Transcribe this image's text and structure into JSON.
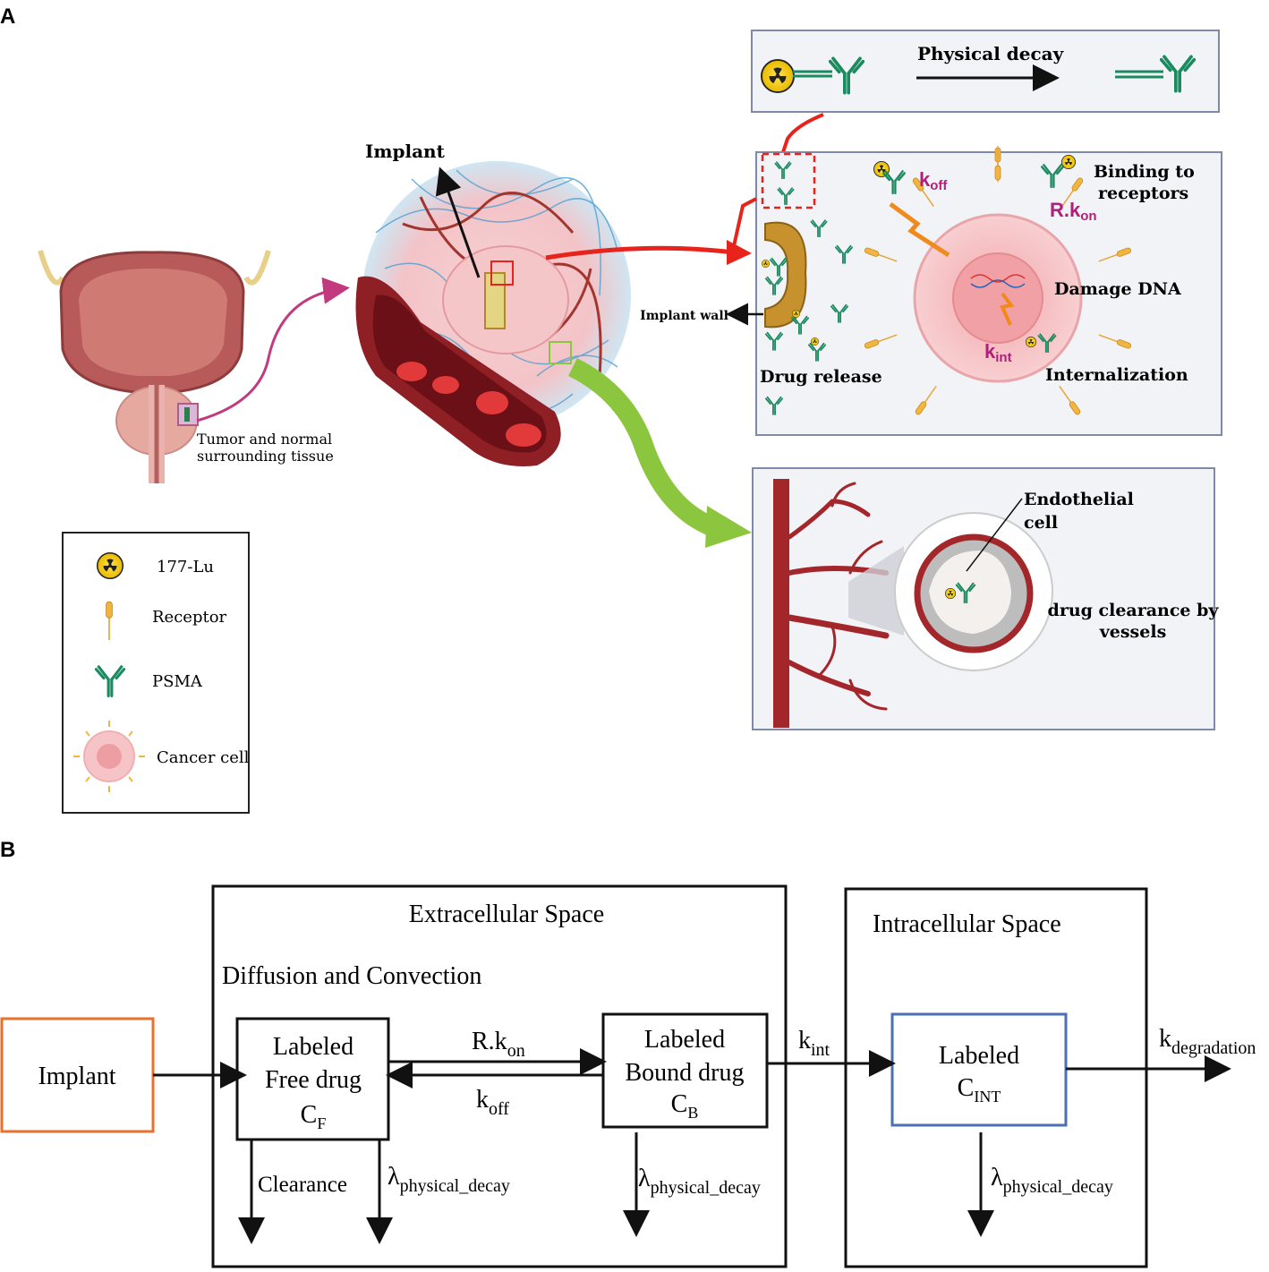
{
  "panel_a": {
    "label": "A",
    "tumor_caption": [
      "Tumor and normal",
      "surrounding tissue"
    ],
    "implant": "Implant",
    "implant_wall": "Implant wall",
    "drug_release": "Drug release",
    "physical_decay": "Physical decay",
    "binding": [
      "Binding to",
      "receptors"
    ],
    "koff": {
      "k": "k",
      "sub": "off"
    },
    "rkon": {
      "k": "R.k",
      "sub": "on"
    },
    "kint": {
      "k": "k",
      "sub": "int"
    },
    "damage_dna": "Damage DNA",
    "internalization": "Internalization",
    "endothelial": [
      "Endothelial",
      "cell"
    ],
    "clearance": [
      "drug clearance by",
      "vessels"
    ],
    "legend": [
      {
        "icon": "lu177",
        "label": "177-Lu"
      },
      {
        "icon": "receptor",
        "label": "Receptor"
      },
      {
        "icon": "psma",
        "label": "PSMA"
      },
      {
        "icon": "cancer-cell",
        "label": "Cancer cell"
      }
    ]
  },
  "panel_b": {
    "label": "B",
    "implant": "Implant",
    "extracellular": "Extracellular Space",
    "diffusion": "Diffusion and Convection",
    "intracellular": "Intracellular Space",
    "free_drug": {
      "line1": "Labeled",
      "line2": "Free drug",
      "c": "C",
      "sub": "F"
    },
    "bound_drug": {
      "line1": "Labeled",
      "line2": "Bound drug",
      "c": "C",
      "sub": "B"
    },
    "int_drug": {
      "line1": "Labeled",
      "c": "C",
      "sub": "INT"
    },
    "rkon": {
      "k": "R.k",
      "sub": "on"
    },
    "koff": {
      "k": "k",
      "sub": "off"
    },
    "kint": {
      "k": "k",
      "sub": "int"
    },
    "kdeg": {
      "k": "k",
      "sub": "degradation"
    },
    "clearance": "Clearance",
    "lambda": {
      "sym": "λ",
      "sub": "physical_decay"
    }
  },
  "colors": {
    "implant_box": "#e8712c",
    "intracellular_box": "#4a6fb5",
    "panel_border": "#7f8aa6",
    "panel_fill": "#f1f3f7",
    "accent_magenta": "#b0207a",
    "red_arrow": "#e8231c",
    "green_arrow": "#8cc63f"
  }
}
